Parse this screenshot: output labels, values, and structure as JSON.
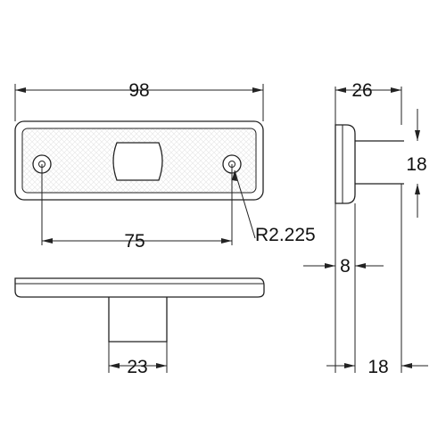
{
  "colors": {
    "line": "#222222",
    "text": "#111111",
    "background": "#ffffff"
  },
  "dimensions": {
    "front_width": "98",
    "hole_spacing": "75",
    "hole_radius": "R2.225",
    "stem_width": "23",
    "side_width": "26",
    "stem_height_side": "18",
    "body_thickness": "8",
    "stem_depth": "18"
  }
}
